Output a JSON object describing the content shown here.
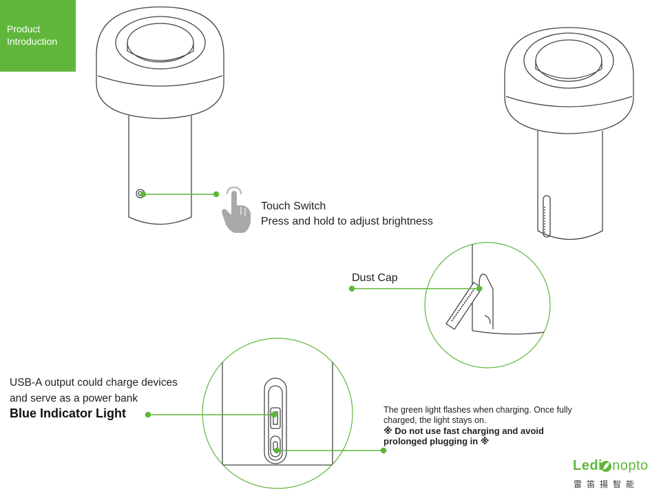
{
  "badge": {
    "line1": "Product",
    "line2": "Introduction"
  },
  "touch": {
    "title": "Touch Switch",
    "desc": "Press and hold to adjust brightness"
  },
  "dust_cap": {
    "label": "Dust Cap"
  },
  "usb": {
    "line1": "USB-A output could charge devices",
    "line2": "and serve as a power bank"
  },
  "indicator": {
    "label": "Blue Indicator Light"
  },
  "charging_note": {
    "line1": "The green light flashes when charging. Once fully",
    "line2": "charged, the light stays on.",
    "warn1": "※ Do not use fast charging and avoid",
    "warn2": "prolonged plugging in ※"
  },
  "logo": {
    "brand_left": "Ledi",
    "brand_right": "nopto",
    "chinese": "雷笛揚智能"
  },
  "colors": {
    "accent": "#5fb63b",
    "line": "#444444"
  },
  "icons": [
    "hand-pointer-icon",
    "leaf-icon"
  ]
}
